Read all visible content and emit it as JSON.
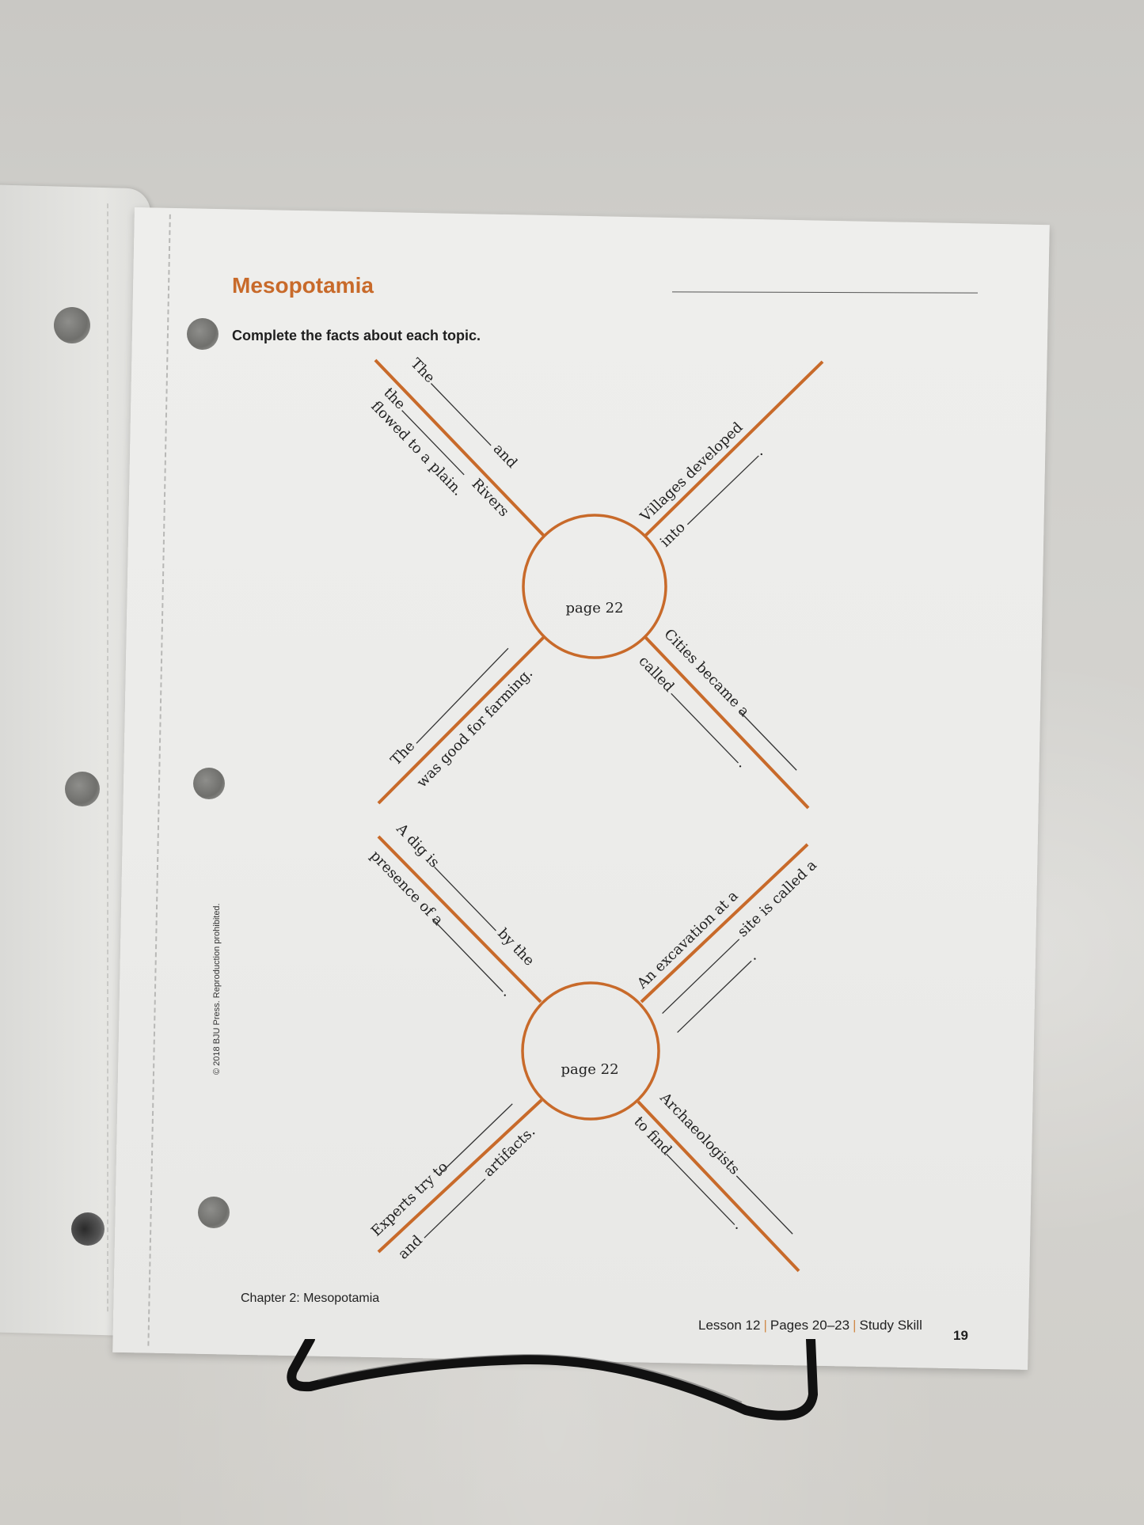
{
  "worksheet": {
    "title": "Mesopotamia",
    "instructions": "Complete the facts about each topic.",
    "copyright": "© 2018 BJU Press. Reproduction prohibited.",
    "accent_color": "#c86a2a"
  },
  "diagram_top": {
    "center_label": "page 22",
    "branches": {
      "upper_left": {
        "line1_start": "The",
        "line1_end": "and",
        "line2_start": "the",
        "line2_end": "Rivers",
        "line3": "flowed to a plain."
      },
      "upper_right": {
        "line1": "Villages developed",
        "line2_start": "into",
        "line2_end": "."
      },
      "lower_left": {
        "line1_start": "The",
        "line2": "was good for farming."
      },
      "lower_right": {
        "line1": "Cities became a",
        "line2_start": "called",
        "line2_end": "."
      }
    }
  },
  "diagram_bottom": {
    "center_label": "page 22",
    "branches": {
      "upper_left": {
        "line1_start": "A dig is",
        "line1_end": "by the",
        "line2_start": "presence of a",
        "line2_end": "."
      },
      "upper_right": {
        "line1": "An excavation at a",
        "line2_end": "site is called a",
        "line3_end": "."
      },
      "lower_left": {
        "line1_start": "Experts try to",
        "line2_start": "and",
        "line2_end": "artifacts."
      },
      "lower_right": {
        "line1": "Archaeologists",
        "line2_start": "to find",
        "line2_end": "."
      }
    }
  },
  "footer": {
    "chapter": "Chapter 2: Mesopotamia",
    "lesson": "Lesson 12",
    "pages": "Pages 20–23",
    "skill": "Study Skill",
    "page_number": "19"
  }
}
